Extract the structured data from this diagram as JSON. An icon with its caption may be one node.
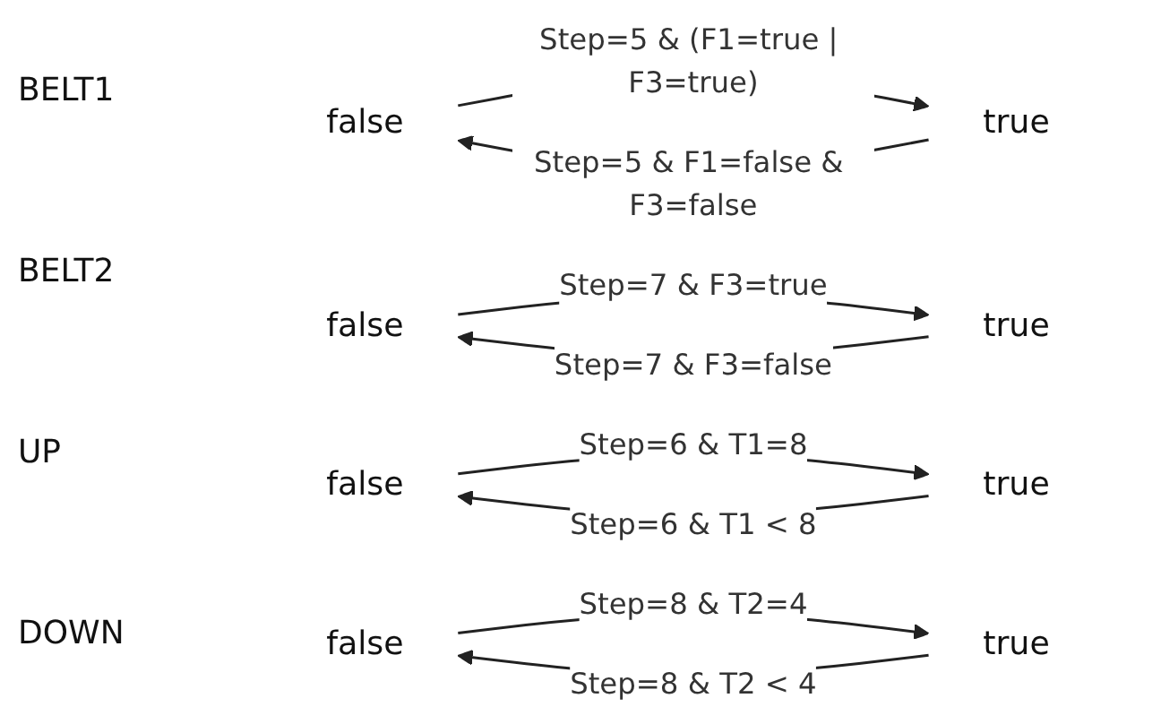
{
  "diagram": {
    "nodes": [
      {
        "text": [
          "false"
        ]
      },
      {
        "text": [
          "true"
        ]
      },
      {
        "text": [
          "false"
        ]
      },
      {
        "text": [
          "true"
        ]
      },
      {
        "text": [
          "false"
        ]
      },
      {
        "text": [
          "true"
        ]
      },
      {
        "text": [
          "false"
        ]
      },
      {
        "text": [
          "true"
        ]
      }
    ],
    "edges": [
      {
        "from": 0,
        "to": 1,
        "arrow": "to",
        "label": "Step=5 & (F1=true | F3=true)"
      },
      {
        "from": 1,
        "to": 0,
        "arrow": "to",
        "label": "Step=5 & F1=false & F3=false"
      },
      {
        "from": 2,
        "to": 3,
        "arrow": "to",
        "label": "Step=7 & F3=true"
      },
      {
        "from": 3,
        "to": 2,
        "arrow": "to",
        "label": "Step=7 & F3=false"
      },
      {
        "from": 4,
        "to": 5,
        "arrow": "to",
        "label": "Step=6 & T1=8"
      },
      {
        "from": 5,
        "to": 4,
        "arrow": "to",
        "label": "Step=6 & T1 < 8"
      },
      {
        "from": 6,
        "to": 7,
        "arrow": "to",
        "label": "Step=8 & T2=4"
      },
      {
        "from": 7,
        "to": 6,
        "arrow": "to",
        "label": "Step=8 & T2 < 4"
      }
    ],
    "labels": [
      "BELT1",
      "BELT2",
      "UP",
      "DOWN"
    ]
  }
}
